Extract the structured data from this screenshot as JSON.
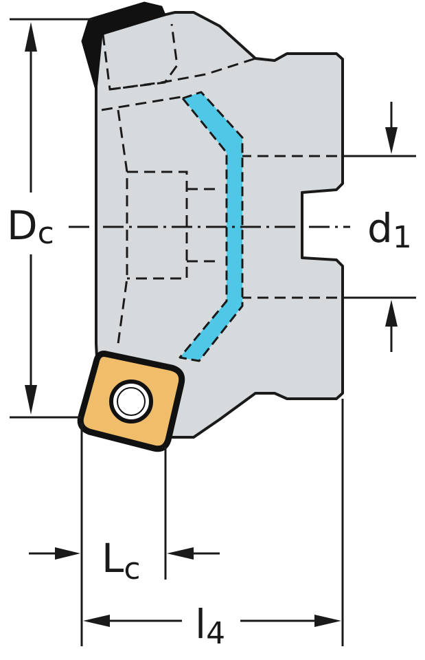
{
  "labels": {
    "diameter": {
      "main": "D",
      "sub": "c"
    },
    "bore": {
      "main": "d",
      "sub": "1"
    },
    "cut_length": {
      "main": "L",
      "sub": "c"
    },
    "overall_length": {
      "main": "l",
      "sub": "4"
    }
  },
  "colors": {
    "body": "#d6dadc",
    "outline": "#1a1a1a",
    "coolant_channel": "#4fc8e8",
    "insert": "#f0bd6a",
    "insert_dark": "#111111"
  }
}
